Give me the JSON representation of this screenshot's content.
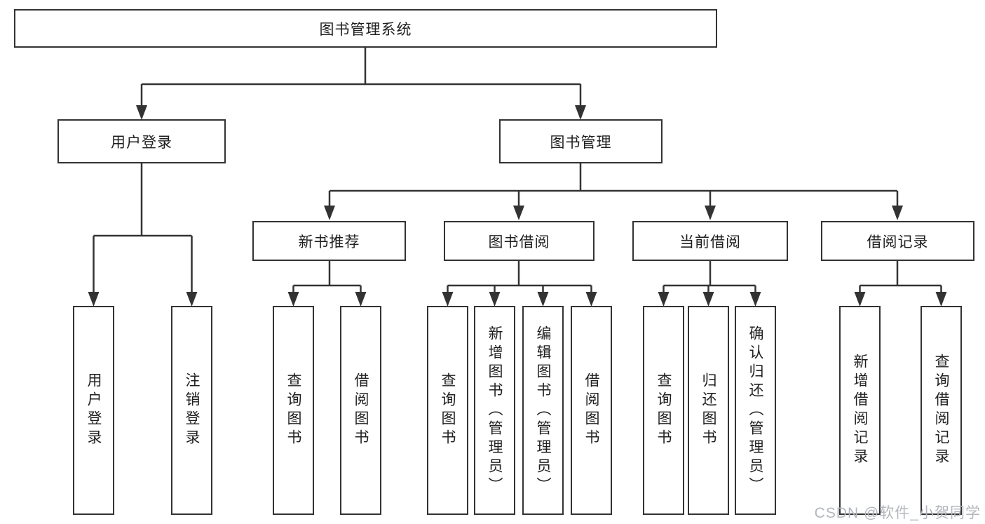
{
  "diagram": {
    "watermark": "CSDN @软件_小贺同学",
    "colors": {
      "line": "#333333",
      "box_border": "#333333",
      "text": "#1f1f1f",
      "watermark": "#b3b7bd",
      "background": "#ffffff"
    }
  },
  "tree": {
    "root": {
      "label": "图书管理系统",
      "children": [
        {
          "label": "用户登录",
          "children": [
            {
              "label": "用户登录"
            },
            {
              "label": "注销登录"
            }
          ]
        },
        {
          "label": "图书管理",
          "children": [
            {
              "label": "新书推荐",
              "children": [
                {
                  "label": "查询图书"
                },
                {
                  "label": "借阅图书"
                }
              ]
            },
            {
              "label": "图书借阅",
              "children": [
                {
                  "label": "查询图书"
                },
                {
                  "label": "新增图书（管理员）"
                },
                {
                  "label": "编辑图书（管理员）"
                },
                {
                  "label": "借阅图书"
                }
              ]
            },
            {
              "label": "当前借阅",
              "children": [
                {
                  "label": "查询图书"
                },
                {
                  "label": "归还图书"
                },
                {
                  "label": "确认归还（管理员）"
                }
              ]
            },
            {
              "label": "借阅记录",
              "children": [
                {
                  "label": "新增借阅记录"
                },
                {
                  "label": "查询借阅记录"
                }
              ]
            }
          ]
        }
      ]
    }
  }
}
